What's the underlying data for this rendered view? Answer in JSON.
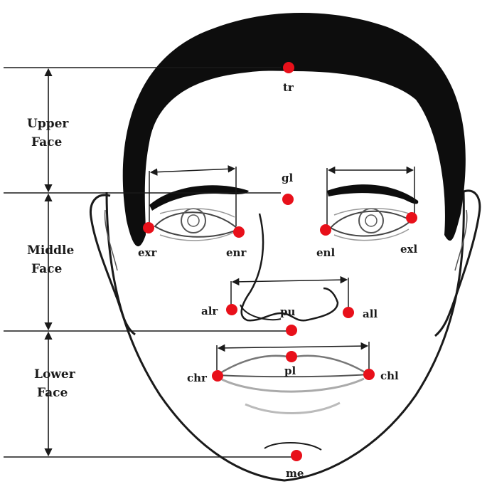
{
  "colors": {
    "landmark": "#e8101a",
    "hair": "#0d0d0d",
    "line": "#1a1a1a",
    "background": "#ffffff"
  },
  "sections": {
    "upper": [
      "Upper",
      "Face"
    ],
    "middle": [
      "Middle",
      "Face"
    ],
    "lower": [
      "Lower",
      "Face"
    ]
  },
  "landmarks": {
    "tr": "tr",
    "gl": "gl",
    "exr": "exr",
    "enr": "enr",
    "enl": "enl",
    "exl": "exl",
    "alr": "alr",
    "pu": "pu",
    "all": "all",
    "chr": "chr",
    "pl": "pl",
    "chl": "chl",
    "me": "me"
  }
}
